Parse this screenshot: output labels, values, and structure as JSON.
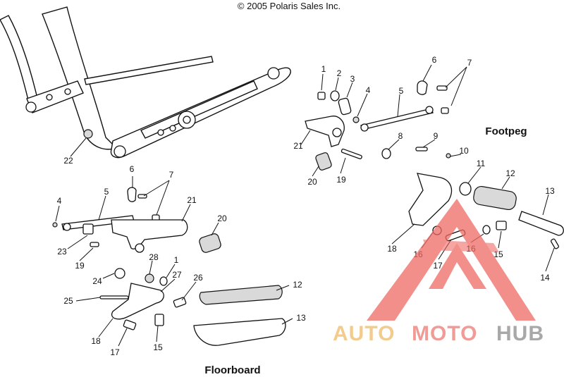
{
  "copyright": "© 2005 Polaris Sales Inc.",
  "sections": {
    "footpeg": "Footpeg",
    "floorboard": "Floorboard"
  },
  "callouts": {
    "c1": "1",
    "c2": "2",
    "c3": "3",
    "c4": "4",
    "c5": "5",
    "c6": "6",
    "c7": "7",
    "c8": "8",
    "c9": "9",
    "c10": "10",
    "c11": "11",
    "c12": "12",
    "c13": "13",
    "c14": "14",
    "c15": "15",
    "c16": "16",
    "c17": "17",
    "c18": "18",
    "c19": "19",
    "c20": "20",
    "c21": "21",
    "c22": "22",
    "c23": "23",
    "c24": "24",
    "c25": "25",
    "c26": "26",
    "c27": "27",
    "c28": "28"
  },
  "watermark": {
    "part_auto": "AUTO",
    "part_moto": "MOTO",
    "part_hub": "HUB",
    "colors": {
      "auto": "#f2c27a",
      "moto": "#f08a84",
      "hub": "#9a9a9a",
      "triangle": "#f06a64"
    }
  }
}
